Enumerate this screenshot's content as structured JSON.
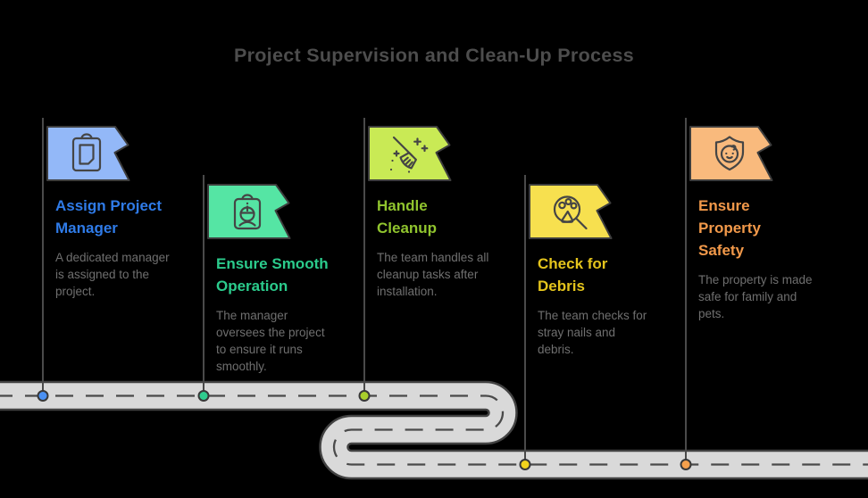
{
  "title": "Project Supervision and Clean-Up Process",
  "colors": {
    "background": "#000000",
    "heading": "#4D4D4D",
    "description": "#6F6F6F",
    "road_fill": "#D9D9D9",
    "road_outline": "#424242",
    "road_dash": "#4A4A4A",
    "connector": "#4A4A4A",
    "icon_stroke": "#454545"
  },
  "steps": [
    {
      "label": "Assign Project\nManager",
      "description": "A dedicated manager\nis assigned to the\nproject.",
      "icon": "clipboard-icon",
      "flag_color": "#93B8F8",
      "label_color": "#2F7BE8",
      "dot_color": "#4A90F2"
    },
    {
      "label": "Ensure Smooth\nOperation",
      "description": "The manager\noversees the project\nto ensure it runs\nsmoothly.",
      "icon": "badge-worker-icon",
      "flag_color": "#55E5A4",
      "label_color": "#2BCB8C",
      "dot_color": "#2FCC8E"
    },
    {
      "label": "Handle\nCleanup",
      "description": "The team handles all\ncleanup tasks after\ninstallation.",
      "icon": "broom-icon",
      "flag_color": "#C9EA55",
      "label_color": "#90C42E",
      "dot_color": "#A8CE2C"
    },
    {
      "label": "Check for\nDebris",
      "description": "The team checks for\nstray nails and\ndebris.",
      "icon": "paw-magnifier-icon",
      "flag_color": "#F7E04F",
      "label_color": "#E4C41C",
      "dot_color": "#F2D41C"
    },
    {
      "label": "Ensure\nProperty\nSafety",
      "description": "The property is made\nsafe for family and\npets.",
      "icon": "shield-baby-icon",
      "flag_color": "#F9BA7D",
      "label_color": "#F2994A",
      "dot_color": "#F5A04C"
    }
  ]
}
